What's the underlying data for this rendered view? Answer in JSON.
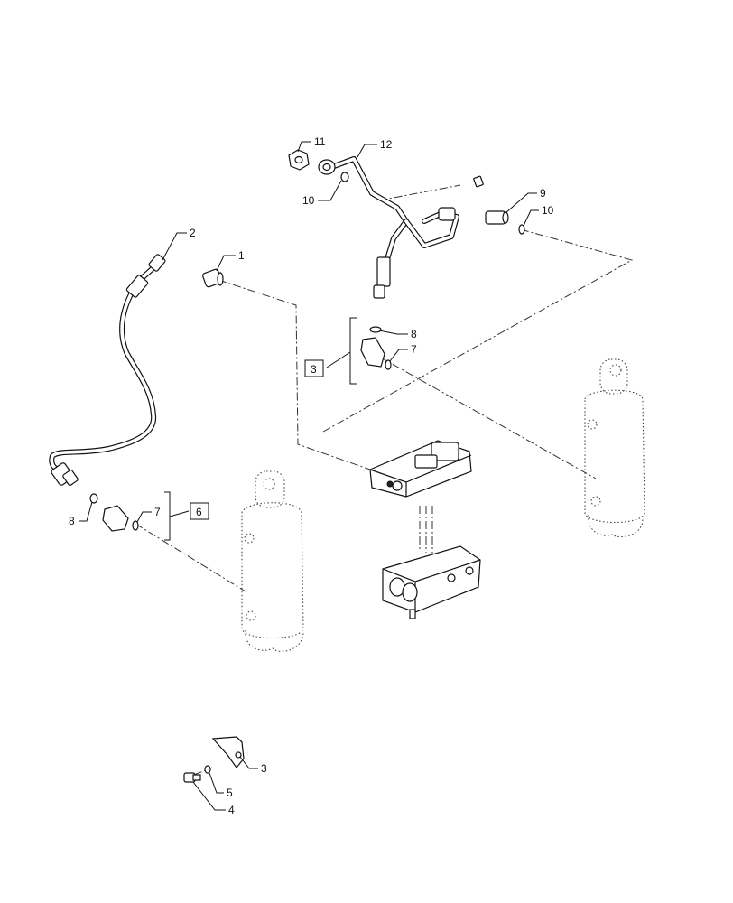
{
  "callouts": {
    "c1": "1",
    "c2": "2",
    "c3_bracket": "3",
    "c3_lower": "3",
    "c4": "4",
    "c5": "5",
    "c6_box": "6",
    "c7_upper": "7",
    "c7_lower": "7",
    "c8_upper": "8",
    "c8_lower": "8",
    "c9": "9",
    "c10_left": "10",
    "c10_right": "10",
    "c11": "11",
    "c12": "12"
  }
}
